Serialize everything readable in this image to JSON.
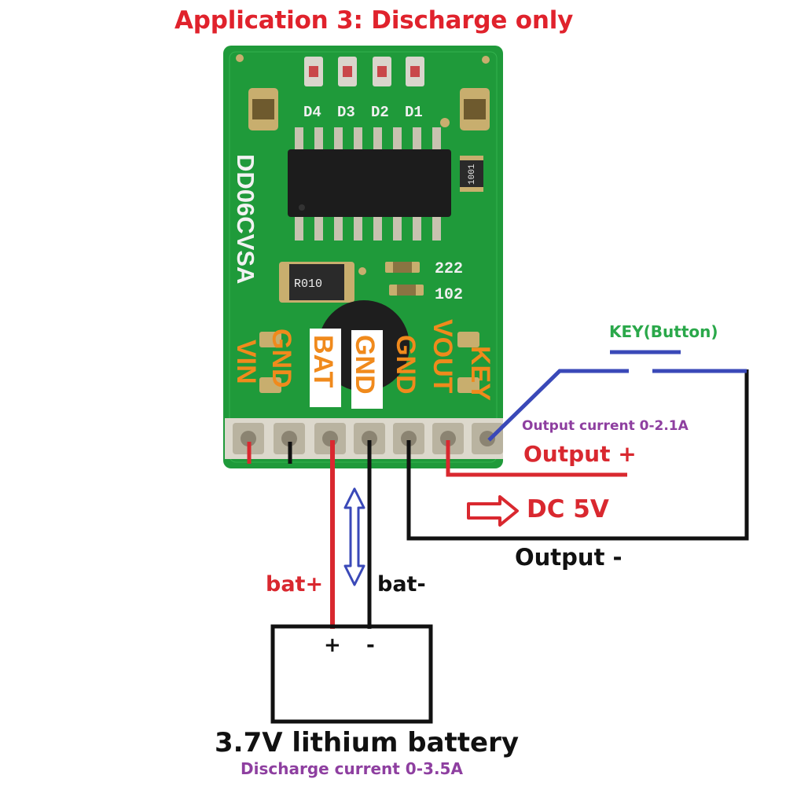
{
  "title": "Application 3: Discharge only",
  "board": {
    "model": "DD06CVSA",
    "led_labels": [
      "D4",
      "D3",
      "D2",
      "D1"
    ],
    "resistor_marking": "R010",
    "cap_code_top": "222",
    "cap_code_bottom": "102",
    "smd_marking": "1001",
    "pins": [
      "VIN",
      "GND",
      "BAT",
      "GND",
      "GND",
      "VOUT",
      "KEY"
    ],
    "colors": {
      "pcb": "#1f9a3a",
      "pin_text": "#f08a1c",
      "copper": "#c8ae6e"
    }
  },
  "labels": {
    "key": "KEY(Button)",
    "output_current": "Output current 0-2.1A",
    "output_plus": "Output +",
    "dc_voltage": "DC 5V",
    "output_minus": "Output -",
    "bat_plus": "bat+",
    "bat_minus": "bat-",
    "terminal_plus": "+",
    "terminal_minus": "-",
    "battery": "3.7V lithium battery",
    "discharge_current": "Discharge current  0-3.5A"
  },
  "wire_colors": {
    "red": "#d9282f",
    "black": "#111111",
    "blue": "#3a49b8"
  }
}
